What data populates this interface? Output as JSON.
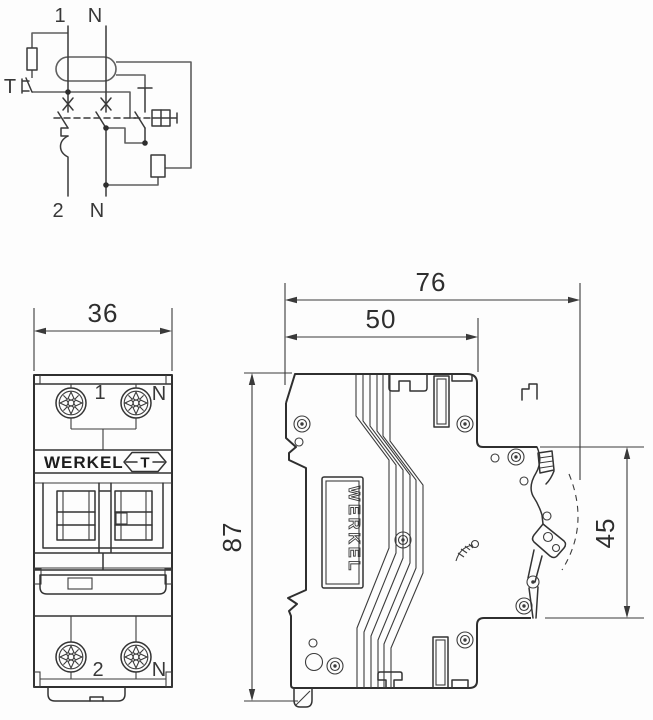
{
  "schematic": {
    "top_left": "1",
    "top_right": "N",
    "test": "T",
    "bottom_left": "2",
    "bottom_right": "N"
  },
  "front": {
    "dim_width": "36",
    "terminal_top_left": "1",
    "terminal_top_right": "N",
    "brand": "WERKEL",
    "test_button": "T",
    "terminal_bottom_left": "2",
    "terminal_bottom_right": "N"
  },
  "side": {
    "dim_total_depth": "76",
    "dim_body_depth": "50",
    "dim_height": "87",
    "dim_latch": "45",
    "brand": "WERKEL"
  },
  "colors": {
    "background": "#fdfdfd",
    "line": "#333333",
    "wire_gray": "#5f5f5f"
  }
}
